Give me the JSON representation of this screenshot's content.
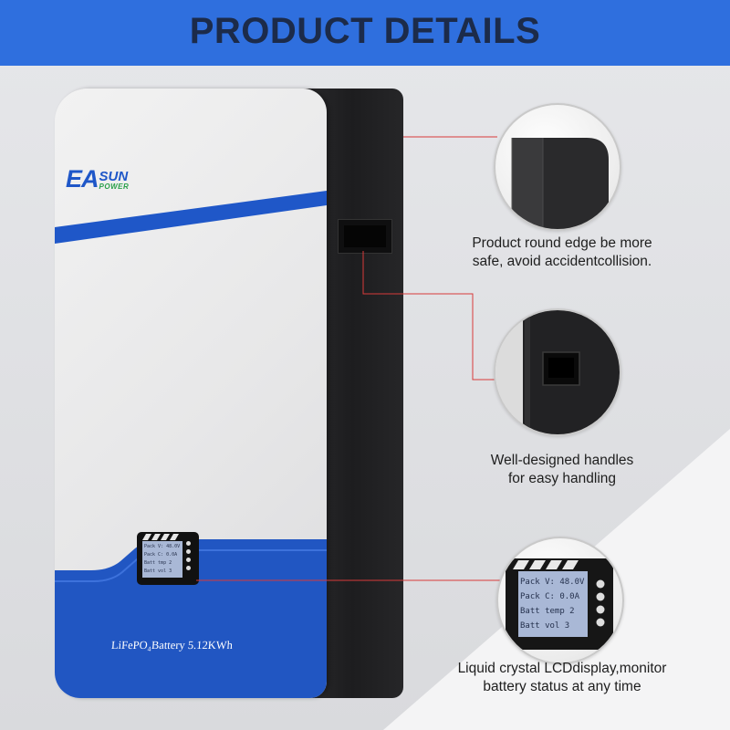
{
  "header": {
    "title": "PRODUCT DETAILS",
    "band_color": "#2f6fde",
    "title_color": "#1c2b4a"
  },
  "product": {
    "brand_part1": "EA",
    "brand_part2": "SUN",
    "brand_part3": "POWER",
    "label": "LiFePO₄Battery 5.12KWh",
    "brand_color": "#1f57c8",
    "stripe_color": "#1f57c8",
    "lcd_lines": [
      "Pack V: 48.0V",
      "Pack C: 0.0A",
      "Batt tmp 2",
      "Batt vol 3"
    ]
  },
  "details": [
    {
      "icon": "rounded-edge-closeup",
      "lines": [
        "Product round edge be more",
        "safe, avoid accidentcollision."
      ]
    },
    {
      "icon": "handle-closeup",
      "lines": [
        "Well-designed handles",
        "for easy handling"
      ]
    },
    {
      "icon": "lcd-display-closeup",
      "lines": [
        "Liquid crystal LCDdisplay,monitor",
        "battery status at any time"
      ],
      "lcd_lines": [
        "Pack V: 48.0V",
        "Pack C: 0.0A",
        "Batt temp 2",
        "Batt vol 3"
      ]
    }
  ],
  "callout_color": "#d83a3a"
}
